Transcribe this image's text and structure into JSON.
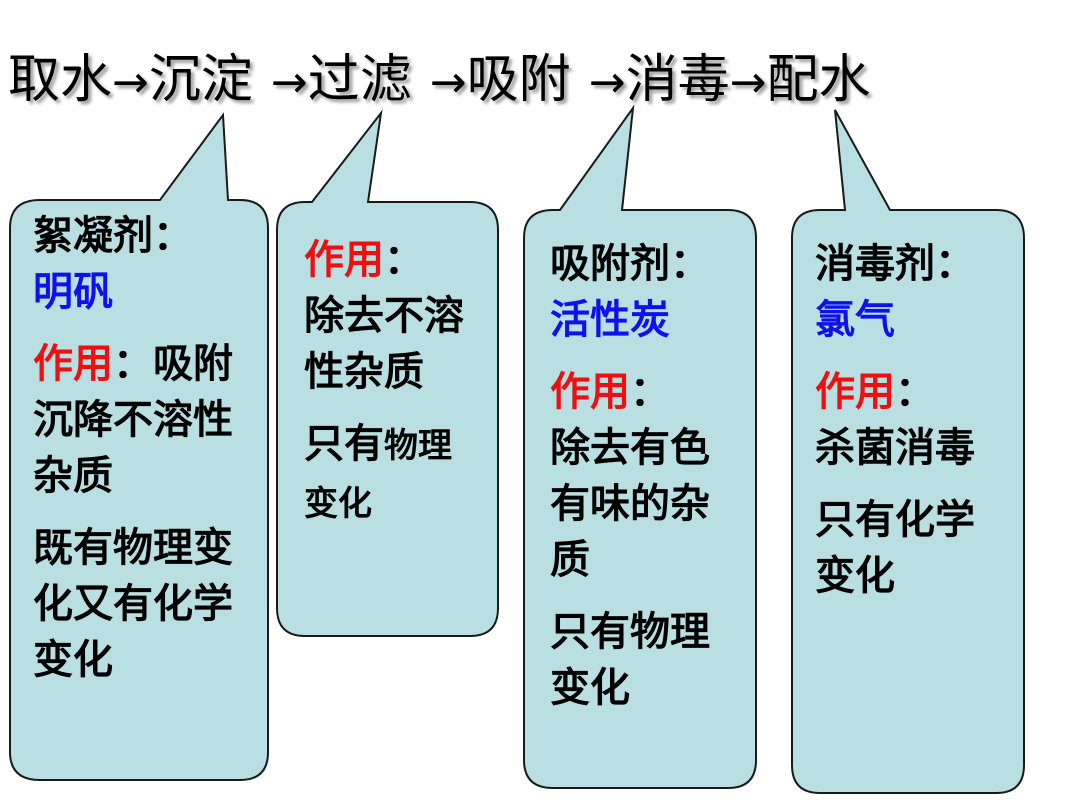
{
  "title": {
    "steps": [
      "取水",
      "沉淀",
      "过滤",
      "吸附",
      "消毒",
      "配水"
    ],
    "arrow": "→"
  },
  "callouts": [
    {
      "agent_label": "絮凝剂：",
      "agent_name": "明矾",
      "function_label": "作用",
      "function_sep": "：",
      "function_text": "吸附沉降不溶性杂质",
      "change_text": "既有物理变化又有化学变化"
    },
    {
      "function_label": "作用",
      "function_sep": "：",
      "function_text": "除去不溶性杂质",
      "change_text_a": "只有",
      "change_text_b": "物理",
      "change_text_c": "变化"
    },
    {
      "agent_label": "吸附剂：",
      "agent_name": "活性炭",
      "function_label": "作用",
      "function_sep": "：",
      "function_text": "除去有色有味的杂质",
      "change_text": "只有物理变化"
    },
    {
      "agent_label": "消毒剂：",
      "agent_name": "氯气",
      "function_label": "作用",
      "function_sep": "：",
      "function_text": "杀菌消毒",
      "change_text": "只有化学变化"
    }
  ],
  "colors": {
    "callout_fill": "#b9dfe3",
    "callout_stroke": "#1a1a1a",
    "agent_name": "#1010ee",
    "function_label": "#ee1010"
  }
}
